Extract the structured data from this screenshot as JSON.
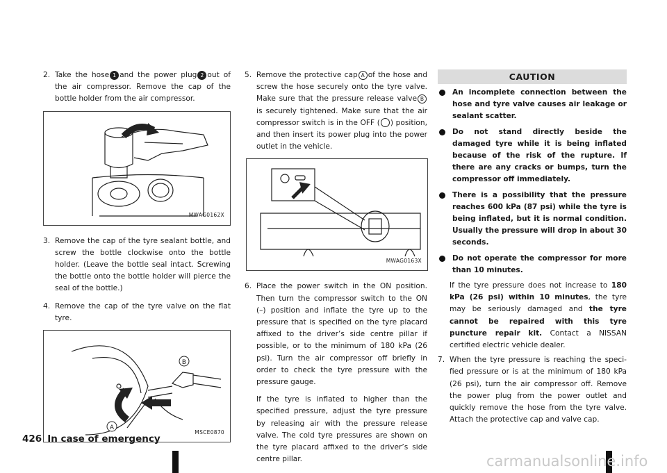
{
  "steps": {
    "s2": {
      "num": "2.",
      "t1": "Take the hose",
      "m1": "1",
      "t2": "and the power plug",
      "m2": "2",
      "t3": "out of the air compressor. Remove the cap of the bottle holder from the air compressor."
    },
    "s3": {
      "num": "3.",
      "text": "Remove the cap of the tyre sealant bottle, and screw the bottle clockwise onto the bottle holder. (Leave the bottle seal intact. Screwing the bottle onto the bottle holder will pierce the seal of the bottle.)"
    },
    "s4": {
      "num": "4.",
      "text": "Remove the cap of the tyre valve on the flat tyre."
    },
    "s5": {
      "num": "5.",
      "t1": "Remove the protective cap",
      "m1": "A",
      "t2": "of the hose and screw the hose securely onto the tyre valve. Make sure that the pressure release valve",
      "m2": "B",
      "t3": "is securely tightened. Make sure that the air compressor switch is in the OFF (",
      "t4": ") position, and then insert its power plug into the power outlet in the vehicle."
    },
    "s6": {
      "num": "6.",
      "p1": "Place the power switch in the ON position. Then turn the compressor switch to the ON (–) position and inflate the tyre up to the pressure that is specified on the tyre placard affixed to the driver’s side centre pillar if possible, or to the minimum of 180 kPa (26 psi). Turn the air compressor off briefly in order to check the tyre pressure with the pressure gauge.",
      "p2": "If the tyre is inflated to higher than the specified pressure, adjust the tyre pressure by releasing air with the pressure release valve. The cold tyre pressures are shown on the tyre placard affixed to the driver’s side centre pillar."
    },
    "s7": {
      "num": "7.",
      "text": "When the tyre pressure is reaching the speci­fied pressure or is at the minimum of 180 kPa (26 psi), turn the air compressor off. Remove the power plug from the power outlet and quickly remove the hose from the tyre valve. Attach the protective cap and valve cap."
    }
  },
  "figures": {
    "f1": {
      "code": "MWAG0162X"
    },
    "f2": {
      "code": "MWAG0163X"
    },
    "f3": {
      "code": "MSCE0870",
      "label_a": "A",
      "label_b": "B"
    }
  },
  "caution": {
    "title": "CAUTION",
    "bullets": [
      "An incomplete connection between the hose and tyre valve causes air leakage or sealant scatter.",
      "Do not stand directly beside the damaged tyre while it is being inflated because of the risk of the rupture. If there are any cracks or bumps, turn the compressor off immediately.",
      "There is a possibility that the pressure reaches 600 kPa (87 psi) while the tyre is being inflated, but it is normal condition. Usually the pressure will drop in about 30 seconds.",
      "Do not operate the compressor for more than 10 minutes."
    ],
    "para": {
      "t1": "If the tyre pressure does not increase to ",
      "b1": "180 kPa (26 psi) within 10 minutes",
      "t2": ", the tyre may be seriously damaged and ",
      "b2": "the tyre cannot be repaired with this tyre puncture repair kit.",
      "t3": " Contact a NISSAN certified electric vehicle dealer."
    }
  },
  "footer": {
    "page": "426",
    "section": "In case of emergency"
  },
  "watermark": "carmanualsonline.info"
}
